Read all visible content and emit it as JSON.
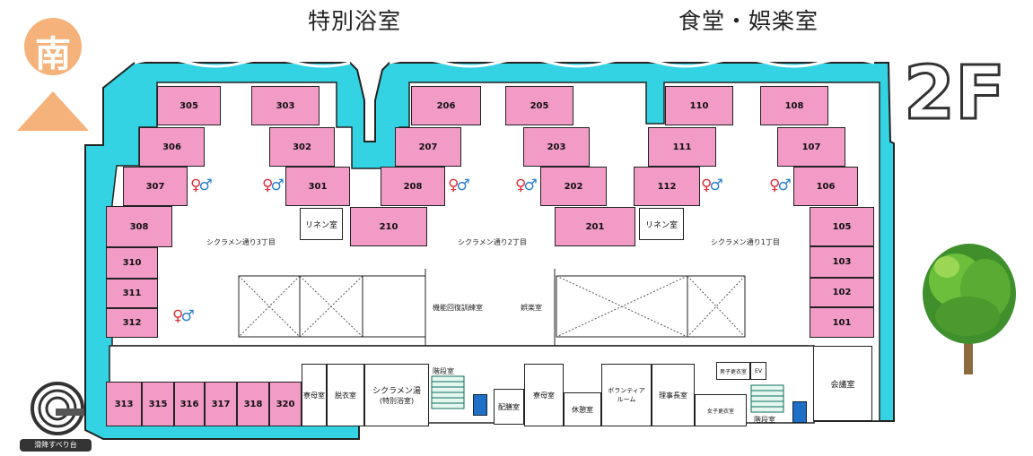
{
  "headers": {
    "left": "特別浴室",
    "right": "食堂・娯楽室"
  },
  "floor_label": "2F",
  "south_label": "南",
  "corridors": {
    "c3": "シクラメン通り3丁目",
    "c2": "シクラメン通り2丁目",
    "c1": "シクラメン通り1丁目"
  },
  "areas": {
    "rehab": "機能回復訓練室",
    "goraku": "娯楽室"
  },
  "rooms": {
    "r305": "305",
    "r303": "303",
    "r306": "306",
    "r302": "302",
    "r307": "307",
    "r301": "301",
    "r308": "308",
    "r310": "310",
    "r311": "311",
    "r312": "312",
    "r313": "313",
    "r315": "315",
    "r316": "316",
    "r317": "317",
    "r318": "318",
    "r320": "320",
    "r206": "206",
    "r205": "205",
    "r207": "207",
    "r203": "203",
    "r208": "208",
    "r202": "202",
    "r210": "210",
    "r201": "201",
    "r110": "110",
    "r108": "108",
    "r111": "111",
    "r107": "107",
    "r112": "112",
    "r106": "106",
    "r105": "105",
    "r103": "103",
    "r102": "102",
    "r101": "101"
  },
  "facilities": {
    "linen1": "リネン室",
    "linen2": "リネン室",
    "kanhoshitsu": "寮母室",
    "datsuishitsu": "脱衣室",
    "cyclamen_bath": "シクラメン湯",
    "cyclamen_bath_sub": "(特別浴室)",
    "stairs1": "階段室",
    "haizen": "配膳室",
    "ryobo2": "寮母室",
    "kyukei": "休憩室",
    "volunteer": "ボランティア",
    "volunteer2": "ルーム",
    "riji": "理事長室",
    "danshi_kosui": "男子更衣室",
    "ev": "EV",
    "joshi_kosui": "女子更衣室",
    "stairs2": "階段室",
    "kaigi": "会議室",
    "slide": "滑降すべり台"
  },
  "colors": {
    "pool": "#33d3e3",
    "room": "#f29bc6",
    "south": "#f5b27a"
  }
}
